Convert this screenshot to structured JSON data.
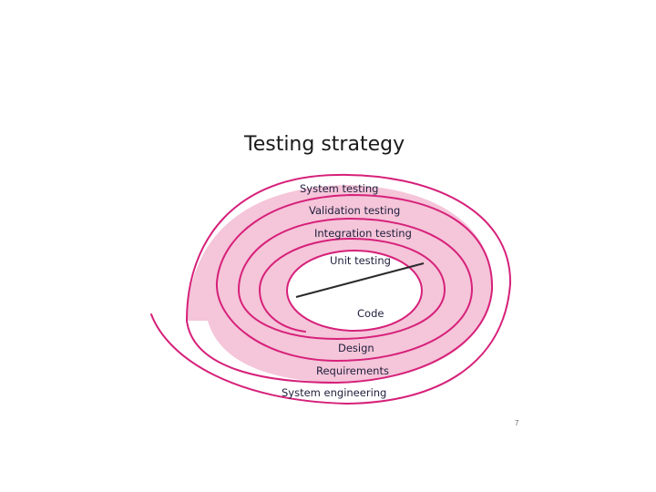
{
  "slide": {
    "title": "Testing strategy",
    "page_number": "7"
  },
  "spiral": {
    "labels": {
      "system_testing": "System testing",
      "validation_testing": "Validation testing",
      "integration_testing": "Integration testing",
      "unit_testing": "Unit testing",
      "code": "Code",
      "design": "Design",
      "requirements": "Requirements",
      "system_engineering": "System engineering"
    },
    "colors": {
      "fill": "#f5c5d9",
      "stroke": "#d6217a",
      "axis": "#2a2a2a"
    }
  }
}
